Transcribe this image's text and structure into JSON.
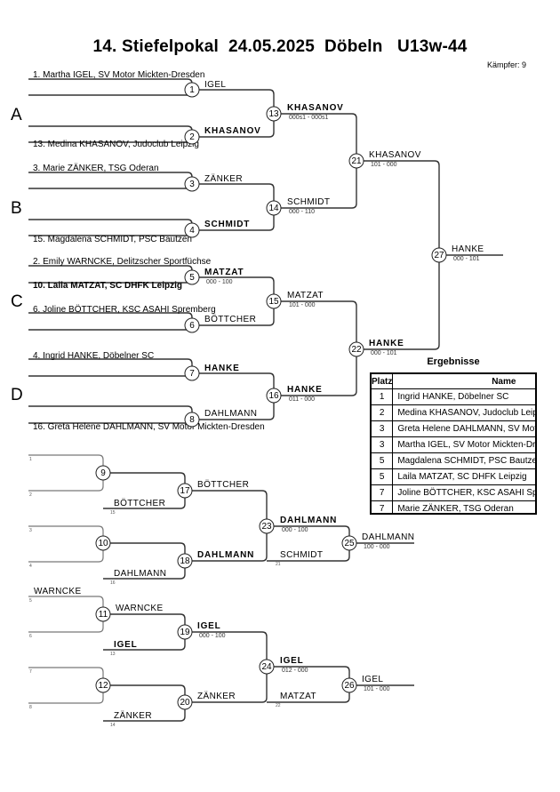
{
  "header": {
    "title": "14. Stiefelpokal  24.05.2025  Döbeln   U13w-44",
    "fighters_count": "Kämpfer: 9"
  },
  "pools": [
    "A",
    "B",
    "C",
    "D"
  ],
  "main_bracket": {
    "entries": [
      {
        "text": "1. Martha IGEL, SV Motor Mickten-Dresden",
        "bold": false
      },
      {
        "text": "13. Medina KHASANOV, Judoclub Leipzig",
        "bold": false
      },
      {
        "text": "3. Marie ZÄNKER, TSG Oderan",
        "bold": false
      },
      {
        "text": "15. Magdalena SCHMIDT, PSC Bautzen",
        "bold": false
      },
      {
        "text": "2. Emily WARNCKE, Delitzscher Sportfüchse",
        "bold": false
      },
      {
        "text": "10. Laila MATZAT, SC DHFK Leipzig",
        "bold": true
      },
      {
        "text": "6. Joline BÖTTCHER, KSC ASAHI Spremberg",
        "bold": false
      },
      {
        "text": "4. Ingrid HANKE, Döbelner SC",
        "bold": false
      },
      {
        "text": "16. Greta Helene DAHLMANN, SV Motor Mickten-Dresden",
        "bold": false
      }
    ],
    "matches": [
      {
        "num": "1",
        "winner": "IGEL",
        "bold": false,
        "score": ""
      },
      {
        "num": "2",
        "winner": "KHASANOV",
        "bold": true,
        "score": ""
      },
      {
        "num": "3",
        "winner": "ZÄNKER",
        "bold": false,
        "score": ""
      },
      {
        "num": "4",
        "winner": "SCHMIDT",
        "bold": true,
        "score": ""
      },
      {
        "num": "5",
        "winner": "MATZAT",
        "bold": true,
        "score": "000 - 100"
      },
      {
        "num": "6",
        "winner": "BÖTTCHER",
        "bold": false,
        "score": ""
      },
      {
        "num": "7",
        "winner": "HANKE",
        "bold": true,
        "score": ""
      },
      {
        "num": "8",
        "winner": "DAHLMANN",
        "bold": false,
        "score": ""
      },
      {
        "num": "13",
        "winner": "KHASANOV",
        "bold": true,
        "score": "000s1 - 000s1"
      },
      {
        "num": "14",
        "winner": "SCHMIDT",
        "bold": false,
        "score": "000 - 110"
      },
      {
        "num": "15",
        "winner": "MATZAT",
        "bold": false,
        "score": "101 - 000"
      },
      {
        "num": "16",
        "winner": "HANKE",
        "bold": true,
        "score": "011 - 000"
      },
      {
        "num": "21",
        "winner": "KHASANOV",
        "bold": false,
        "score": "101 - 000"
      },
      {
        "num": "22",
        "winner": "HANKE",
        "bold": true,
        "score": "000 - 101"
      },
      {
        "num": "27",
        "winner": "HANKE",
        "bold": false,
        "score": "000 - 101"
      }
    ]
  },
  "repechage": {
    "slot_labels": [
      "1",
      "2",
      "3",
      "4",
      "5",
      "6",
      "7",
      "8"
    ],
    "slot_names": [
      "",
      "",
      "",
      "",
      "WARNCKE",
      "",
      "",
      ""
    ],
    "drop_ins": [
      {
        "name": "BÖTTCHER",
        "bold": false,
        "from": "15"
      },
      {
        "name": "DAHLMANN",
        "bold": false,
        "from": "16"
      },
      {
        "name": "IGEL",
        "bold": true,
        "from": "13"
      },
      {
        "name": "ZÄNKER",
        "bold": false,
        "from": "14"
      },
      {
        "name": "SCHMIDT",
        "bold": false,
        "from": "21"
      },
      {
        "name": "MATZAT",
        "bold": false,
        "from": "22"
      }
    ],
    "matches": [
      {
        "num": "9",
        "winner": "",
        "bold": false,
        "score": ""
      },
      {
        "num": "10",
        "winner": "",
        "bold": false,
        "score": ""
      },
      {
        "num": "11",
        "winner": "WARNCKE",
        "bold": false,
        "score": ""
      },
      {
        "num": "12",
        "winner": "",
        "bold": false,
        "score": ""
      },
      {
        "num": "17",
        "winner": "BÖTTCHER",
        "bold": false,
        "score": ""
      },
      {
        "num": "18",
        "winner": "DAHLMANN",
        "bold": true,
        "score": ""
      },
      {
        "num": "19",
        "winner": "IGEL",
        "bold": true,
        "score": "000 - 100"
      },
      {
        "num": "20",
        "winner": "ZÄNKER",
        "bold": false,
        "score": ""
      },
      {
        "num": "23",
        "winner": "DAHLMANN",
        "bold": true,
        "score": "000 - 100"
      },
      {
        "num": "24",
        "winner": "IGEL",
        "bold": true,
        "score": "012 - 000"
      },
      {
        "num": "25",
        "winner": "DAHLMANN",
        "bold": false,
        "score": "100 - 000"
      },
      {
        "num": "26",
        "winner": "IGEL",
        "bold": false,
        "score": "101 - 000"
      }
    ]
  },
  "results": {
    "title": "Ergebnisse",
    "headers": [
      "Platz",
      "Name"
    ],
    "rows": [
      {
        "place": "1",
        "name": "Ingrid HANKE, Döbelner SC"
      },
      {
        "place": "2",
        "name": "Medina KHASANOV, Judoclub Leipzig"
      },
      {
        "place": "3",
        "name": "Greta Helene DAHLMANN, SV Motor Mickten-Dresden"
      },
      {
        "place": "3",
        "name": "Martha IGEL, SV Motor Mickten-Dresden"
      },
      {
        "place": "5",
        "name": "Magdalena SCHMIDT, PSC Bautzen"
      },
      {
        "place": "5",
        "name": "Laila MATZAT, SC DHFK Leipzig"
      },
      {
        "place": "7",
        "name": "Joline BÖTTCHER, KSC ASAHI Spremberg"
      },
      {
        "place": "7",
        "name": "Marie ZÄNKER, TSG Oderan"
      }
    ]
  }
}
